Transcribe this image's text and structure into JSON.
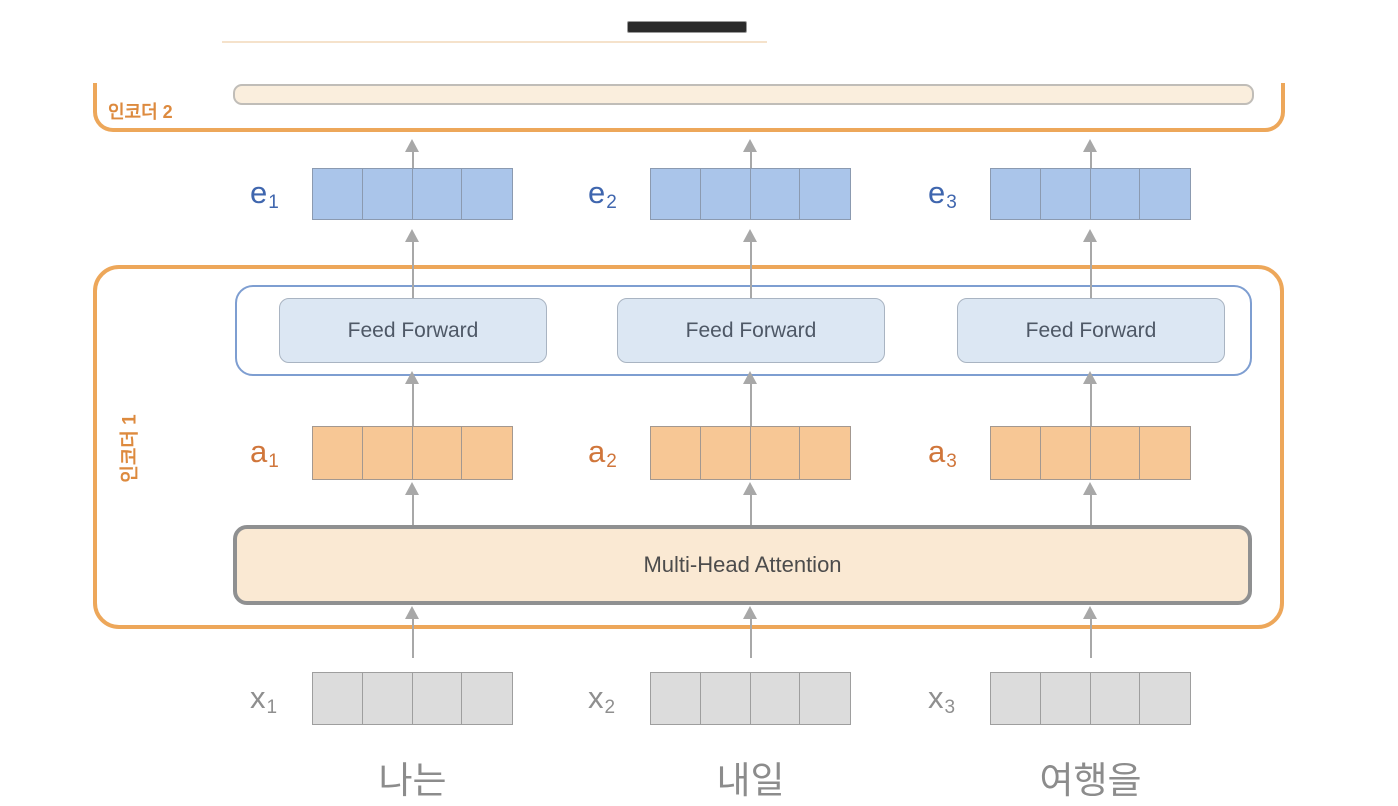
{
  "colors": {
    "encoder_border": "#eda75a",
    "encoder_label": "#dd8a3e",
    "arrow": "#a8a8a8",
    "e_fill": "#aac5ea",
    "e_border": "#8b9ab0",
    "e_label": "#3f66ae",
    "a_fill": "#f7c795",
    "a_border": "#a39890",
    "a_label": "#d0763b",
    "x_fill": "#dcdcdc",
    "x_border": "#9e9e9e",
    "x_label": "#8f8f8f",
    "ff_fill": "#dce7f3",
    "ff_border": "#a9b4c2",
    "ff_container_border": "#7e9ed1",
    "ff_text": "#4e5866",
    "mha_fill": "#fae9d3",
    "mha_border": "#8f9091",
    "mha_text": "#4c4c4c",
    "enc2_inner_fill": "#faeedd",
    "enc2_inner_border": "#c0bdb8",
    "word": "#8c8c8c",
    "top_bar": "#2b2b2b"
  },
  "encoder2": {
    "label": "인코더 2"
  },
  "encoder1": {
    "label": "인코더 1"
  },
  "attention": {
    "label": "Multi-Head Attention"
  },
  "vector_cells_per_block": 4,
  "columns": [
    {
      "ff_label": "Feed Forward",
      "e": "e",
      "e_sub": "1",
      "a": "a",
      "a_sub": "1",
      "x": "x",
      "x_sub": "1",
      "word": "나는"
    },
    {
      "ff_label": "Feed Forward",
      "e": "e",
      "e_sub": "2",
      "a": "a",
      "a_sub": "2",
      "x": "x",
      "x_sub": "2",
      "word": "내일"
    },
    {
      "ff_label": "Feed Forward",
      "e": "e",
      "e_sub": "3",
      "a": "a",
      "a_sub": "3",
      "x": "x",
      "x_sub": "3",
      "word": "여행을"
    }
  ]
}
